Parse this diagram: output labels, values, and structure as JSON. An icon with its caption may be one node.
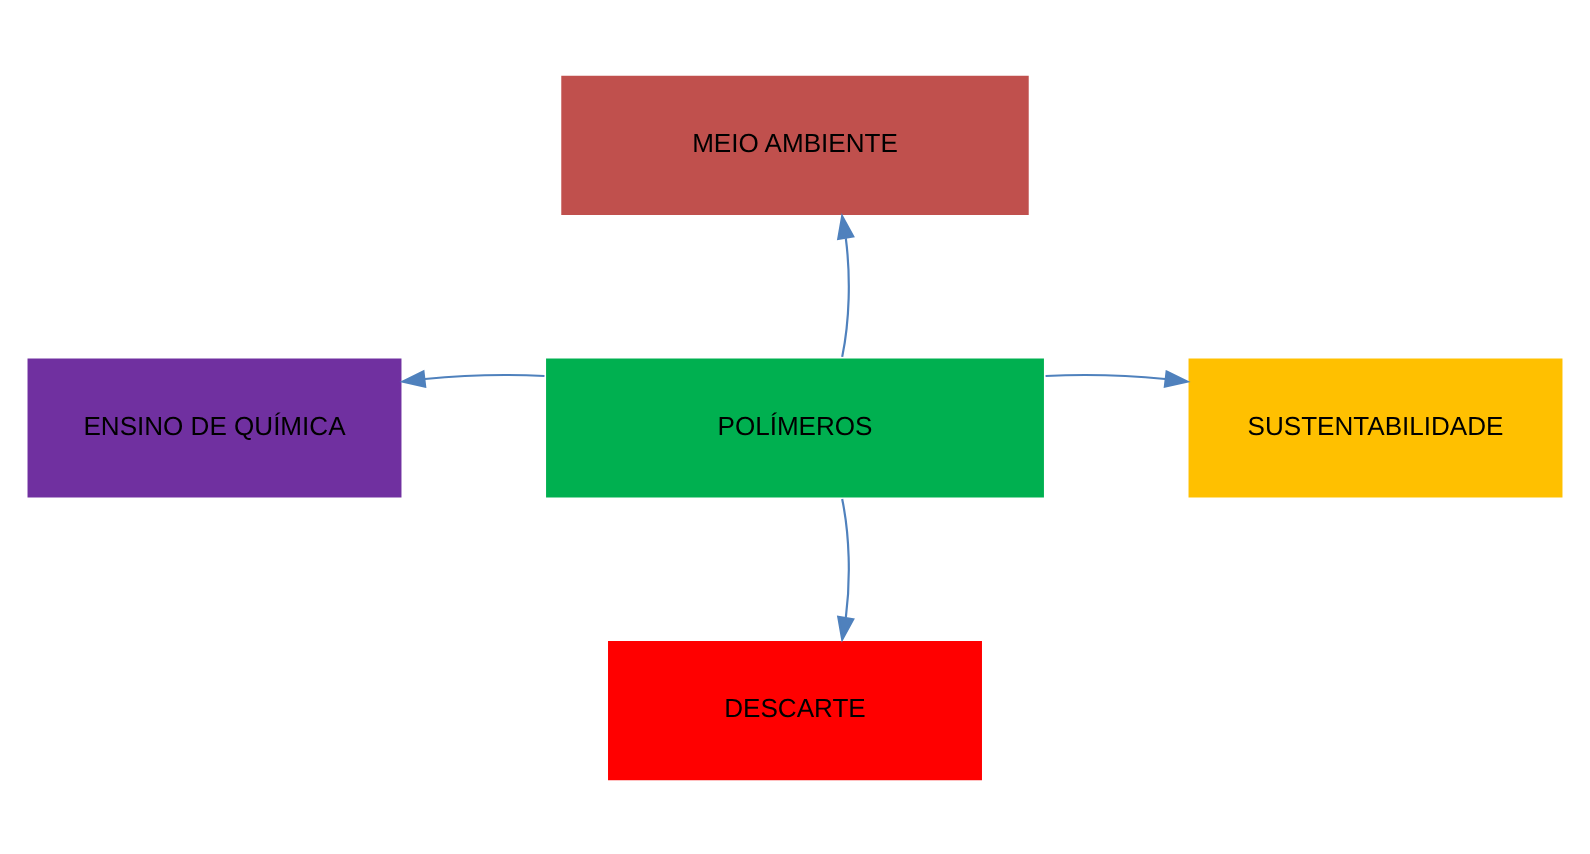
{
  "diagram": {
    "nodes": [
      {
        "text": [
          "POLÍMEROS"
        ]
      },
      {
        "text": [
          "MEIO AMBIENTE"
        ]
      },
      {
        "text": [
          "ENSINO DE QUÍMICA"
        ]
      },
      {
        "text": [
          "SUSTENTABILIDADE"
        ]
      },
      {
        "text": [
          "DESCARTE"
        ]
      }
    ],
    "edges": [
      {
        "from": 0,
        "to": 1,
        "arrow": "to"
      },
      {
        "from": 0,
        "to": 2,
        "arrow": "to"
      },
      {
        "from": 0,
        "to": 3,
        "arrow": "to"
      },
      {
        "from": 0,
        "to": 4,
        "arrow": "to"
      }
    ]
  }
}
